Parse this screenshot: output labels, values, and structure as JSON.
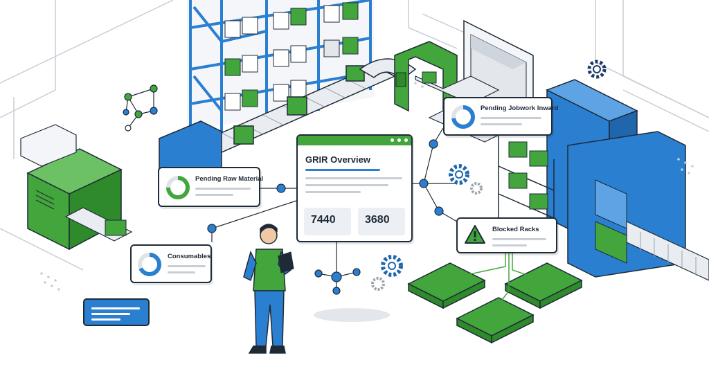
{
  "cards": {
    "grir": {
      "title": "GRIR Overview",
      "stat_a": "7440",
      "stat_b": "3680"
    },
    "raw_material": {
      "title": "Pending Raw Material"
    },
    "consumables": {
      "title": "Consumables"
    },
    "jobwork": {
      "title": "Pending Jobwork Inward"
    },
    "blocked": {
      "title": "Blocked Racks"
    }
  },
  "colors": {
    "brand_green": "#43a63c",
    "brand_blue": "#2a7fd0",
    "outline": "#1f2a37",
    "warning": "#43a63c"
  },
  "icons": [
    "gear-icon",
    "warning-icon",
    "network-icon",
    "tablet-icon",
    "donut-chart-icon"
  ]
}
